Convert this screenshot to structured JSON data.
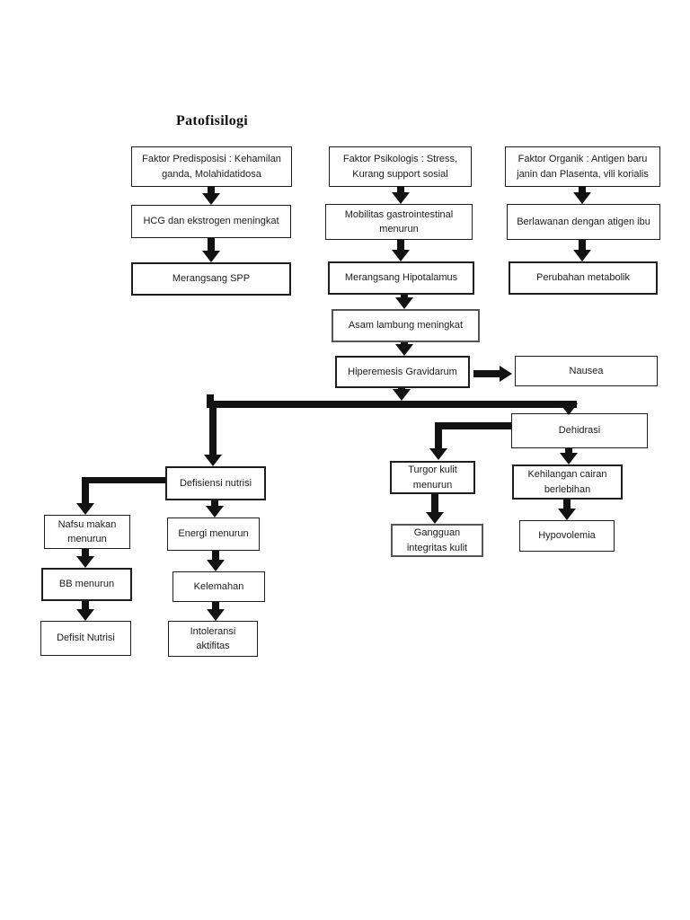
{
  "title": "Patofisilogi",
  "nodes": {
    "predisposisi": "Faktor Predisposisi : Kehamilan ganda, Molahidatidosa",
    "psikologis": "Faktor Psikologis : Stress, Kurang support sosial",
    "organik": "Faktor Organik : Antigen baru janin dan Plasenta, vili korialis",
    "hcg": "HCG dan ekstrogen meningkat",
    "mobilitas": "Mobilitas gastrointestinal menurun",
    "berlawanan": "Berlawanan dengan atigen ibu",
    "spp": "Merangsang SPP",
    "hipotalamus": "Merangsang Hipotalamus",
    "metabolik": "Perubahan metabolik",
    "asam": "Asam lambung meningkat",
    "hiperemesis": "Hiperemesis Gravidarum",
    "nausea": "Nausea",
    "dehidrasi": "Dehidrasi",
    "turgor": "Turgor kulit menurun",
    "kehilangan": "Kehilangan cairan berlebihan",
    "gangguan": "Gangguan integritas kulit",
    "hypovolemia": "Hypovolemia",
    "defisiensi": "Defisiensi nutrisi",
    "nafsu": "Nafsu makan menurun",
    "energi": "Energi menurun",
    "bb": "BB menurun",
    "kelemahan": "Kelemahan",
    "defisit": "Defisit Nutrisi",
    "intoleransi": "Intoleransi aktifitas"
  },
  "connections": [
    "predisposisi -> hcg",
    "hcg -> spp",
    "psikologis -> mobilitas",
    "mobilitas -> hipotalamus",
    "hipotalamus -> asam",
    "asam -> hiperemesis",
    "organik -> berlawanan",
    "berlawanan -> metabolik",
    "hiperemesis -> nausea",
    "hiperemesis -> defisiensi",
    "hiperemesis -> dehidrasi",
    "dehidrasi -> turgor",
    "dehidrasi -> kehilangan",
    "turgor -> gangguan",
    "kehilangan -> hypovolemia",
    "defisiensi -> nafsu",
    "defisiensi -> energi",
    "nafsu -> bb",
    "bb -> defisit",
    "energi -> kelemahan",
    "kelemahan -> intoleransi"
  ],
  "colors": {
    "background": "#ffffff",
    "box_border": "#1f1f1f",
    "arrow": "#121212",
    "text": "#1b1b1b"
  }
}
